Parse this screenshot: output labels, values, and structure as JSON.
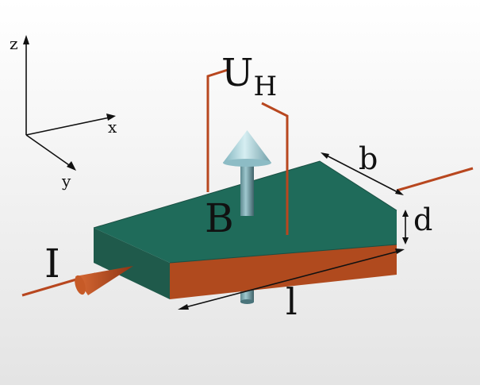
{
  "axes": {
    "z": "z",
    "x": "x",
    "y": "y"
  },
  "labels": {
    "hall_voltage_main": "U",
    "hall_voltage_sub": "H",
    "magnetic_field": "B",
    "current": "I",
    "width": "b",
    "thickness": "d",
    "length": "l"
  },
  "colors": {
    "top_face": "#1f6b5a",
    "front_face": "#b04a1e",
    "side_face": "#2d5f4f",
    "wire": "#b8471f",
    "arrow_b": "#a8d3dc"
  }
}
